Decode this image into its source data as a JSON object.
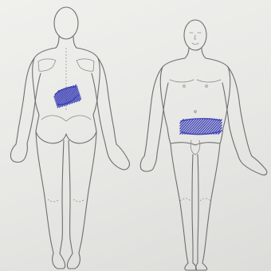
{
  "colors": {
    "pain_marking": "#3b3fb5",
    "outline": "#6f6f6f"
  },
  "figures": {
    "posterior": {
      "view": "back",
      "marked_regions": [
        "mid-back-right"
      ]
    },
    "anterior": {
      "view": "front",
      "marked_regions": [
        "lower-abdomen"
      ]
    }
  }
}
